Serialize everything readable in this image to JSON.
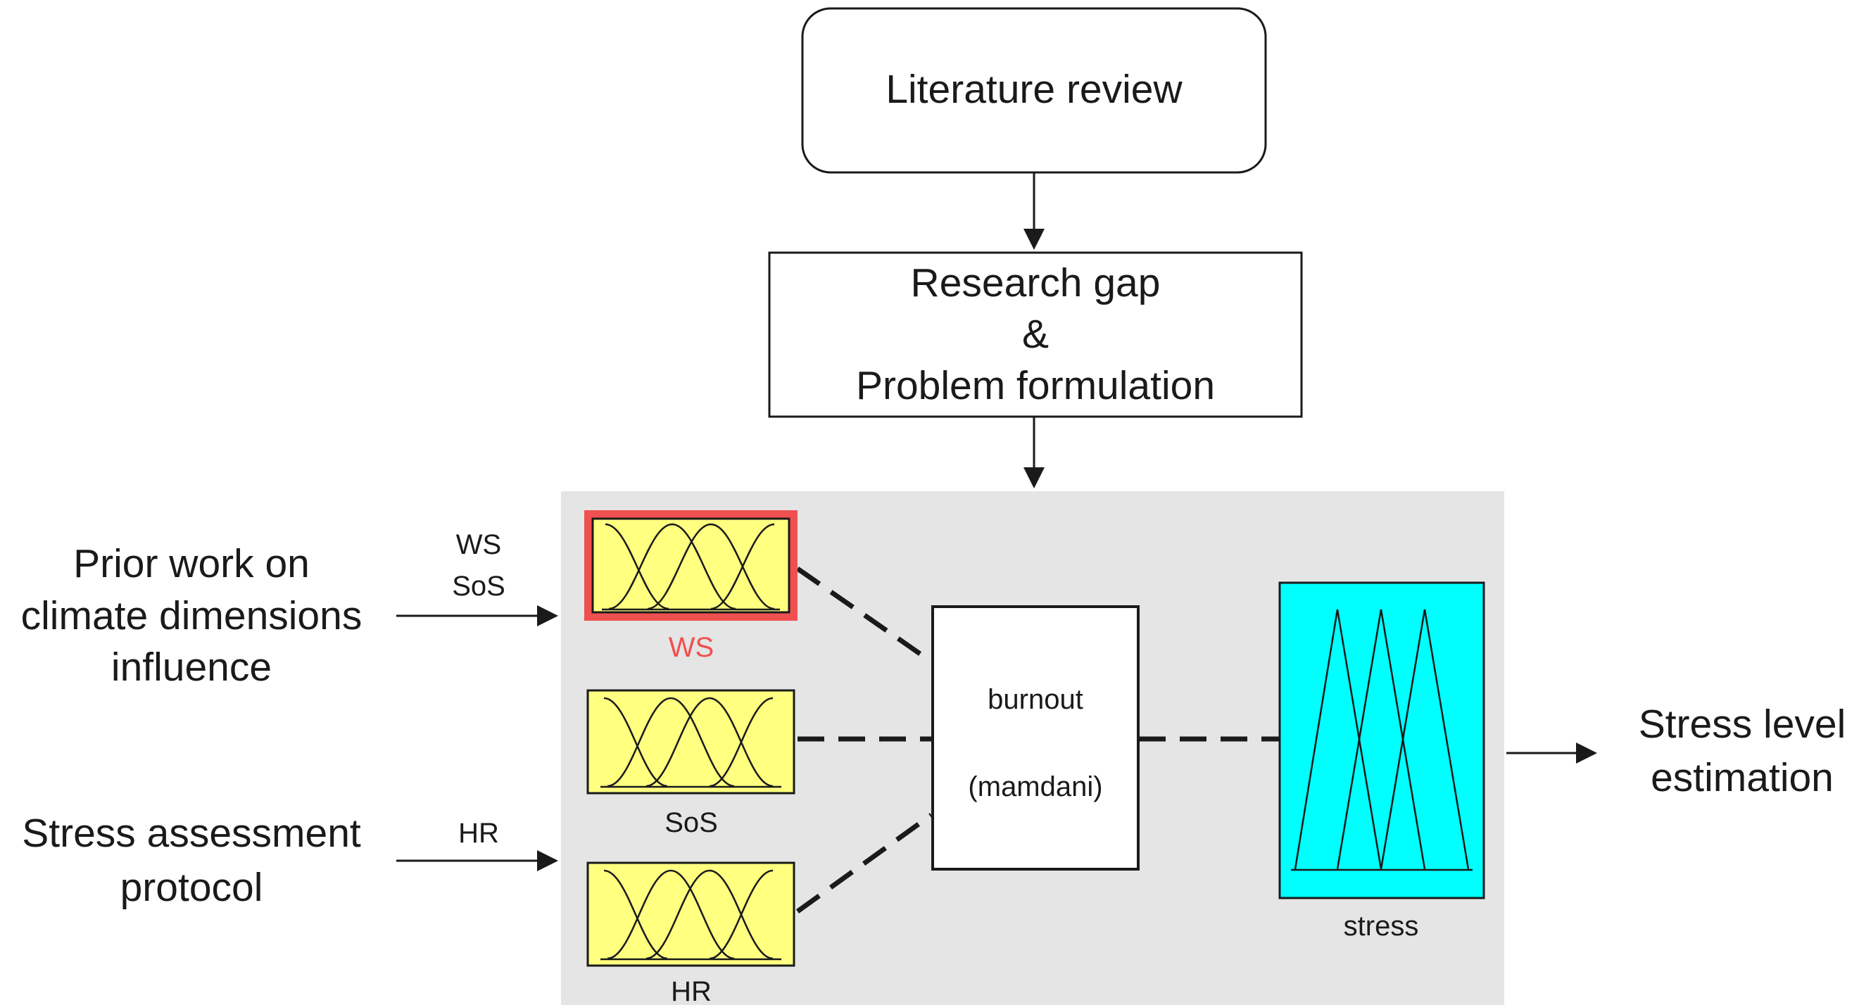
{
  "nodes": {
    "literature_review": "Literature review",
    "research_gap": {
      "line1": "Research gap",
      "line2": "&",
      "line3": "Problem formulation"
    },
    "prior_work": {
      "line1": "Prior work on",
      "line2": "climate dimensions",
      "line3": "influence"
    },
    "stress_protocol": {
      "line1": "Stress assessment",
      "line2": "protocol"
    },
    "stress_estimation": {
      "line1": "Stress level",
      "line2": "estimation"
    }
  },
  "arrow_labels": {
    "prior_work_line1": "WS",
    "prior_work_line2": "SoS",
    "protocol": "HR"
  },
  "fuzzy_system": {
    "inputs": [
      {
        "label": "WS",
        "selected": true
      },
      {
        "label": "SoS",
        "selected": false
      },
      {
        "label": "HR",
        "selected": false
      }
    ],
    "engine": {
      "name": "burnout",
      "type": "(mamdani)"
    },
    "output": {
      "label": "stress"
    }
  },
  "colors": {
    "panel": "#e5e5e5",
    "input_fill": "#ffff80",
    "output_fill": "#00ffff",
    "selected_border": "#f05050",
    "selected_label": "#f05050",
    "line": "#1a1a1a"
  }
}
